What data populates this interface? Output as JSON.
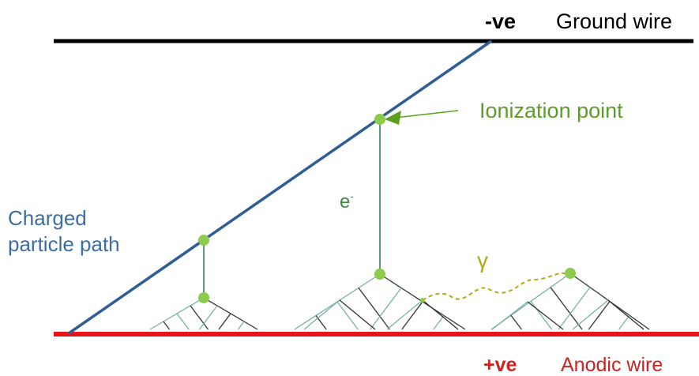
{
  "labels": {
    "negative_sign": "-ve",
    "ground_wire": "Ground wire",
    "ionization_point": "Ionization point",
    "particle_path_line1": "Charged",
    "particle_path_line2": "particle path",
    "electron": "e",
    "electron_charge": "-",
    "photon": "γ",
    "positive_sign": "+ve",
    "anodic_wire": "Anodic wire"
  },
  "colors": {
    "ground_wire": "#000000",
    "anodic_wire": "#e8141b",
    "particle_path": "#2f5d96",
    "drift_line": "#5a9a7a",
    "ionization_node": "#8ccc4c",
    "ionization_arrow": "#5aa01e",
    "photon_path": "#b0aa1a",
    "avalanche_dark": "#333333",
    "avalanche_teal": "#7ab0a8"
  }
}
